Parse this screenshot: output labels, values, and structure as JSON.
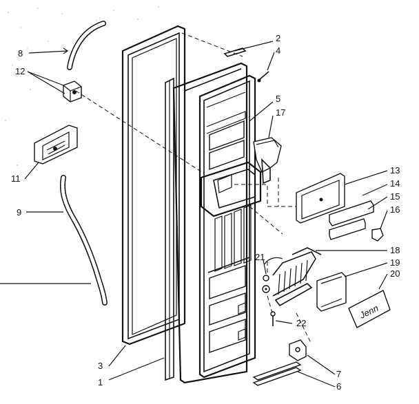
{
  "labels": {
    "l1": "1",
    "l2": "2",
    "l3": "3",
    "l4": "4",
    "l5": "5",
    "l6": "6",
    "l7": "7",
    "l8": "8",
    "l9": "9",
    "l11": "11",
    "l12": "12",
    "l13": "13",
    "l14": "14",
    "l15": "15",
    "l16": "16",
    "l17": "17",
    "l18": "18",
    "l19": "19",
    "l20": "20",
    "l21": "21",
    "l22": "22"
  },
  "nameplate_text": "Jenn"
}
